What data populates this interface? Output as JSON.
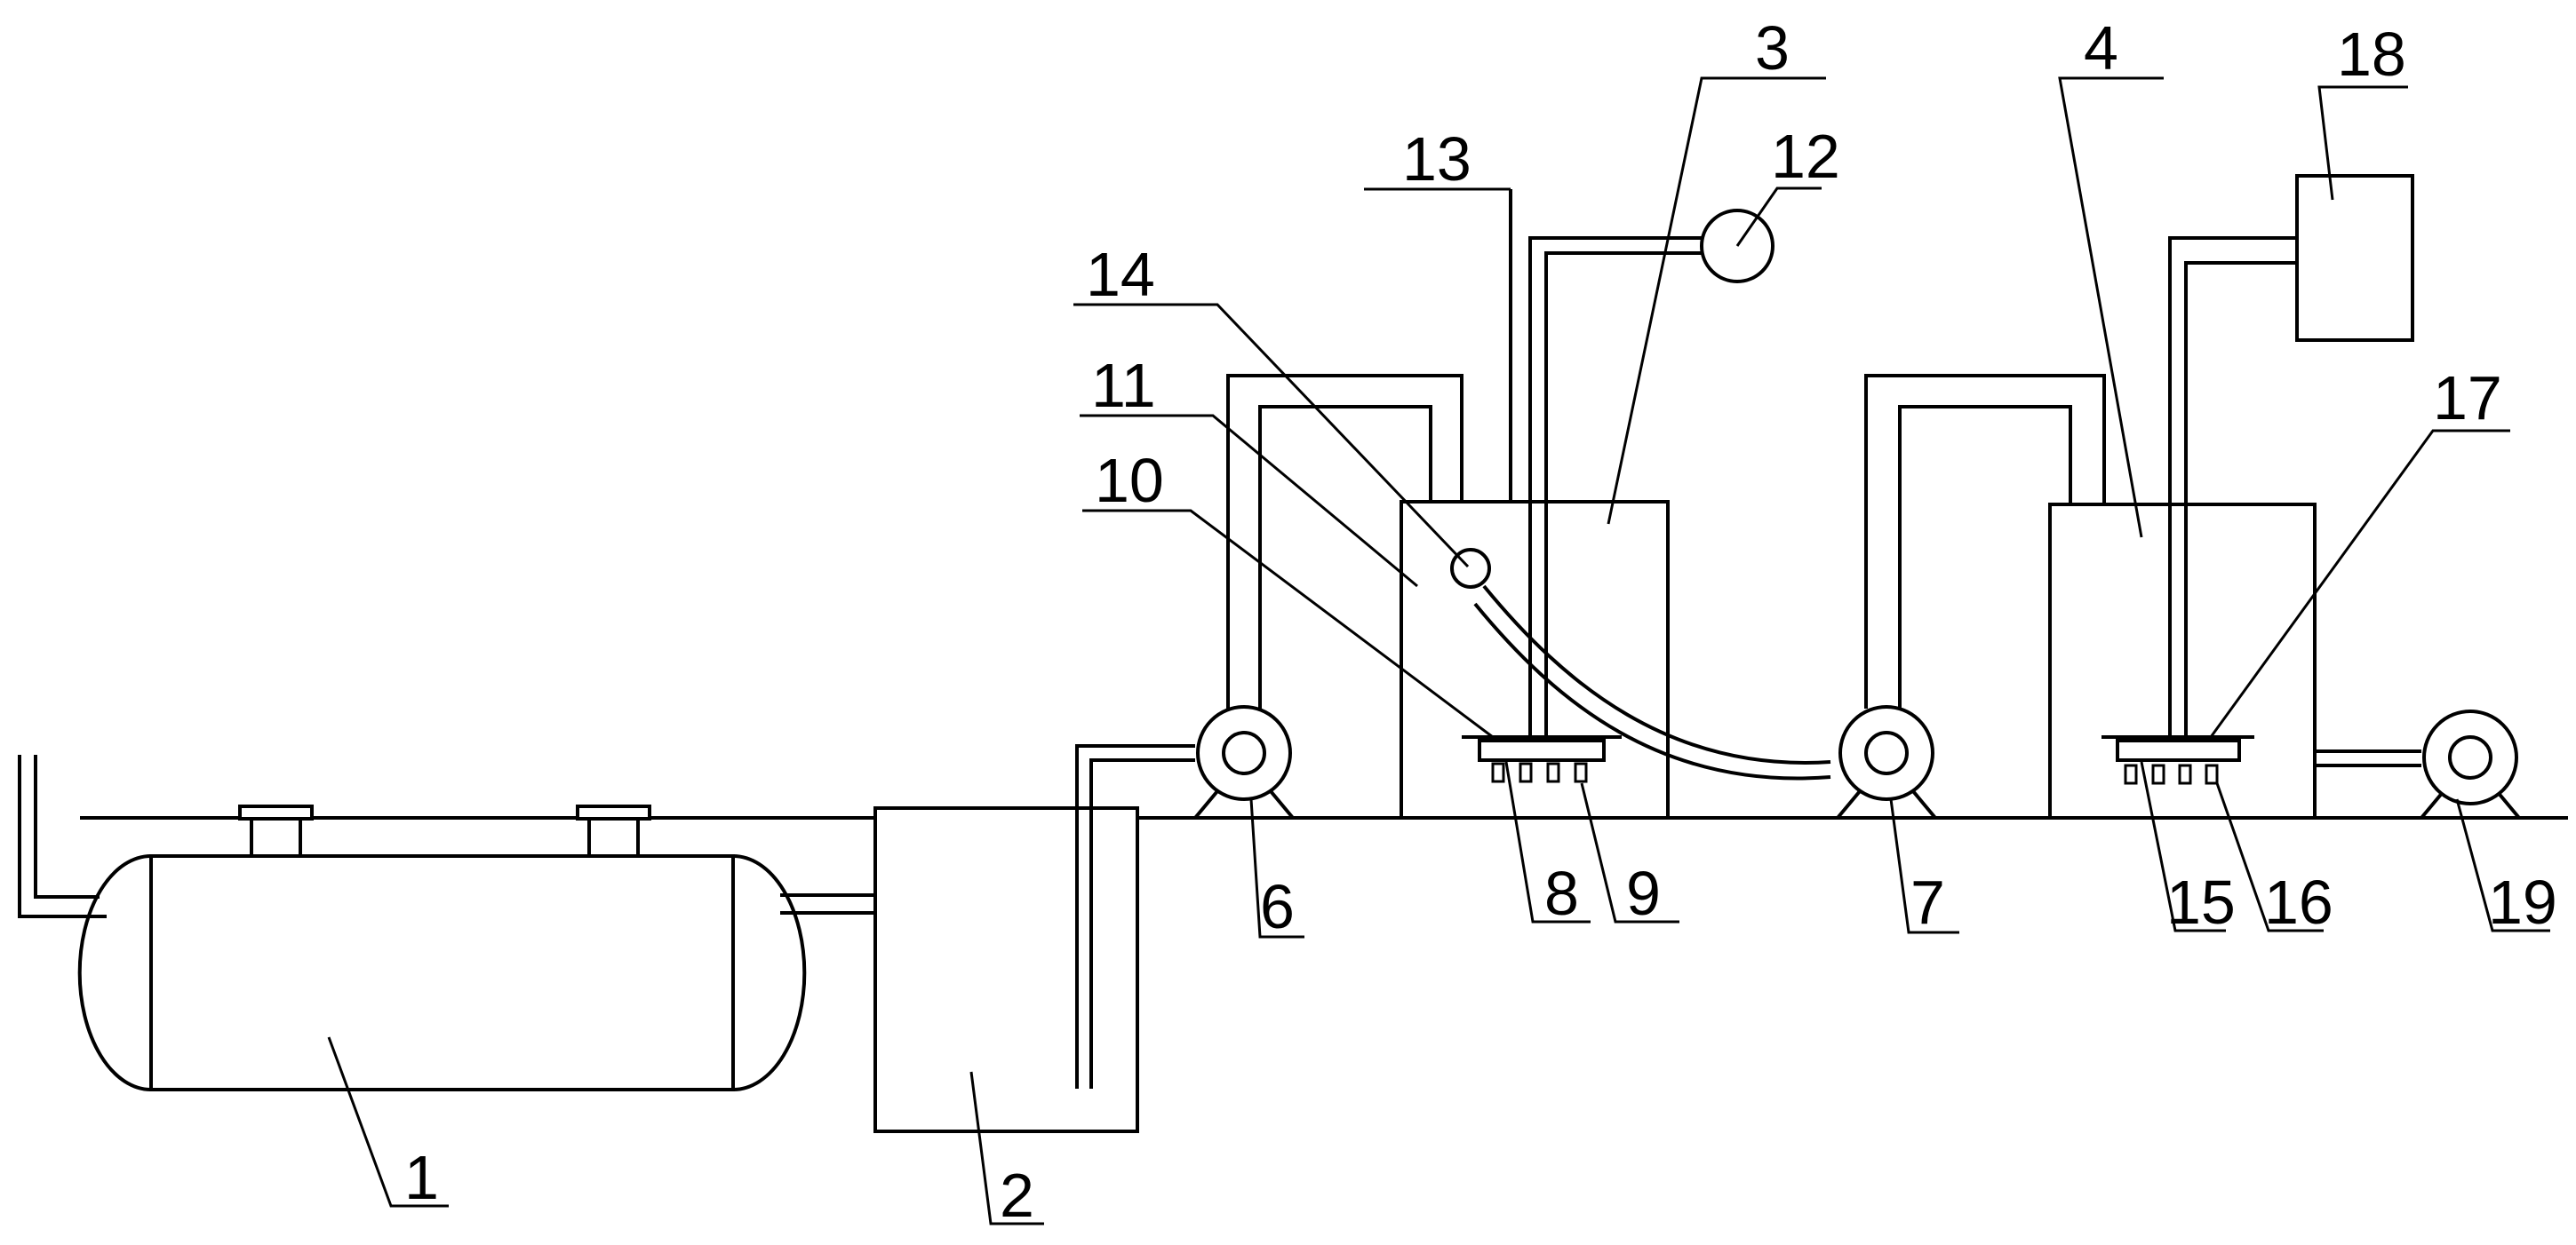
{
  "labels": {
    "l1": "1",
    "l2": "2",
    "l3": "3",
    "l4": "4",
    "l6": "6",
    "l7": "7",
    "l8": "8",
    "l9": "9",
    "l10": "10",
    "l11": "11",
    "l12": "12",
    "l13": "13",
    "l14": "14",
    "l15": "15",
    "l16": "16",
    "l17": "17",
    "l18": "18",
    "l19": "19"
  }
}
